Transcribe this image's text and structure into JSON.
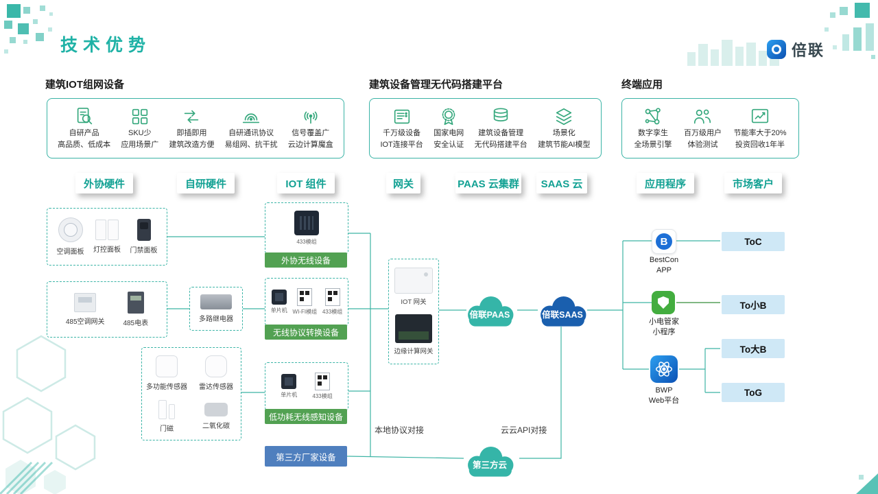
{
  "page": {
    "title": "技术优势",
    "logo": "倍联"
  },
  "sections": [
    {
      "header": "建筑IOT组网设备",
      "items": [
        {
          "l1": "自研产品",
          "l2": "高品质、低成本"
        },
        {
          "l1": "SKU少",
          "l2": "应用场景广"
        },
        {
          "l1": "即插即用",
          "l2": "建筑改造方便"
        },
        {
          "l1": "自研通讯协议",
          "l2": "易组网、抗干扰"
        },
        {
          "l1": "信号覆盖广",
          "l2": "云边计算魔盒"
        }
      ]
    },
    {
      "header": "建筑设备管理无代码搭建平台",
      "items": [
        {
          "l1": "千万级设备",
          "l2": "IOT连接平台"
        },
        {
          "l1": "国家电网",
          "l2": "安全认证"
        },
        {
          "l1": "建筑设备管理",
          "l2": "无代码搭建平台"
        },
        {
          "l1": "场景化",
          "l2": "建筑节能AI模型"
        }
      ]
    },
    {
      "header": "终端应用",
      "items": [
        {
          "l1": "数字孪生",
          "l2": "全场景引擎"
        },
        {
          "l1": "百万级用户",
          "l2": "体验测试"
        },
        {
          "l1": "节能率大于20%",
          "l2": "投资回收1年半"
        }
      ]
    }
  ],
  "tier_labels": [
    "外协硬件",
    "自研硬件",
    "IOT 组件",
    "网关",
    "PAAS 云集群",
    "SAAS 云",
    "应用程序",
    "市场客户"
  ],
  "devices": {
    "panels": [
      "空调面板",
      "灯控面板",
      "门禁面板"
    ],
    "gateways485": [
      "485空调网关",
      "485电表"
    ],
    "relay": "多路继电器",
    "sensors": [
      "多功能传感器",
      "雷达传感器",
      "门磁",
      "二氧化碳"
    ]
  },
  "iot_components": {
    "c1": {
      "chips": [
        "433模组"
      ],
      "bar": "外协无线设备"
    },
    "c2": {
      "chips": [
        "单片机",
        "WI-FI模组",
        "433模组"
      ],
      "bar": "无线协议转换设备"
    },
    "c3": {
      "chips": [
        "单片机",
        "433模组"
      ],
      "bar": "低功耗无线感知设备"
    },
    "third_party_bar": "第三方厂家设备"
  },
  "gateway_box": {
    "items": [
      "IOT 网关",
      "边缘计算网关"
    ]
  },
  "clouds": {
    "paas": "倍联PAAS",
    "saas": "倍联SAAS",
    "third": "第三方云"
  },
  "apps": [
    {
      "glyph": "B",
      "l1": "BestCon",
      "l2": "APP"
    },
    {
      "l1": "小电管家",
      "l2": "小程序"
    },
    {
      "l1": "BWP",
      "l2": "Web平台"
    }
  ],
  "markets": [
    "ToC",
    "To小B",
    "To大B",
    "ToG"
  ],
  "annotations": {
    "local": "本地协议对接",
    "cloud": "云云API对接"
  },
  "colors": {
    "teal": "#2bb3a3",
    "green_bar": "#52a152",
    "blue_bar": "#4f7fbe",
    "saas_blue": "#1a5fae",
    "market_bg": "#cfe8f6"
  }
}
